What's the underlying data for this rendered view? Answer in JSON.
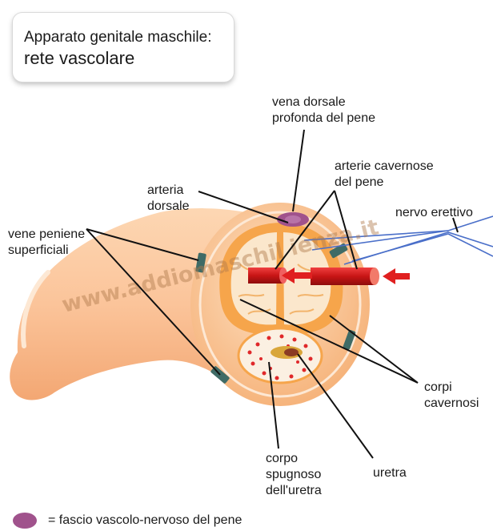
{
  "title": {
    "line1": "Apparato genitale maschile:",
    "line2": "rete vascolare"
  },
  "labels": {
    "vena_dorsale_profonda": [
      "vena dorsale",
      "profonda del pene"
    ],
    "arterie_cavernose": [
      "arterie cavernose",
      "del pene"
    ],
    "arteria_dorsale": [
      "arteria",
      "dorsale"
    ],
    "nervo_erettivo": "nervo erettivo",
    "vene_peniene_superficiali": [
      "vene peniene",
      "superficiali"
    ],
    "corpi_cavernosi": [
      "corpi",
      "cavernosi"
    ],
    "corpo_spugnoso": [
      "corpo",
      "spugnoso",
      "dell'uretra"
    ],
    "uretra": "uretra"
  },
  "legend": {
    "text": "= fascio vascolo-nervoso del pene",
    "color": "#a0528c"
  },
  "watermark": "www.addiomaschil ienza.it",
  "colors": {
    "skin": "#fbc79a",
    "skin_dark": "#f3a66b",
    "tunica": "#f6a54b",
    "cavernous_tissue": "#fbe7cc",
    "artery": "#d81e1e",
    "nerve": "#4a6fc9",
    "vein": "#3f6b66",
    "bundle": "#a0528c"
  }
}
